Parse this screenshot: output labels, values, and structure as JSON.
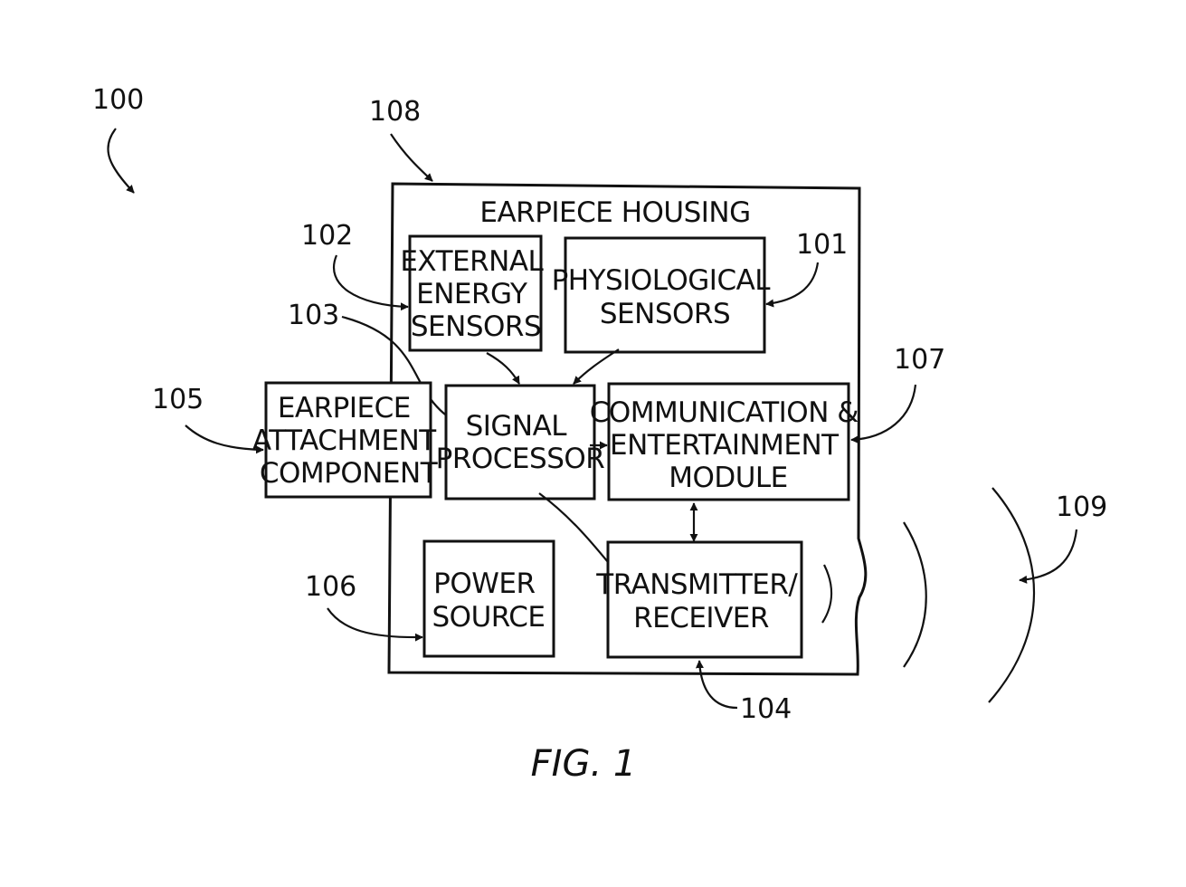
{
  "refs": {
    "r100": "100",
    "r108": "108",
    "r102": "102",
    "r101": "101",
    "r103": "103",
    "r105": "105",
    "r107": "107",
    "r106": "106",
    "r104": "104",
    "r109": "109"
  },
  "housing": {
    "title": "EARPIECE HOUSING"
  },
  "blocks": {
    "external_energy": [
      "EXTERNAL",
      "ENERGY",
      "SENSORS"
    ],
    "physiological": [
      "PHYSIOLOGICAL",
      "SENSORS"
    ],
    "attachment": [
      "EARPIECE",
      "ATTACHMENT",
      "COMPONENT"
    ],
    "signal_processor": [
      "SIGNAL",
      "PROCESSOR"
    ],
    "communication": [
      "COMMUNICATION &",
      "ENTERTAINMENT",
      "MODULE"
    ],
    "power": [
      "POWER",
      "SOURCE"
    ],
    "transmitter": [
      "TRANSMITTER/",
      "RECEIVER"
    ]
  },
  "caption": "FIG. 1"
}
